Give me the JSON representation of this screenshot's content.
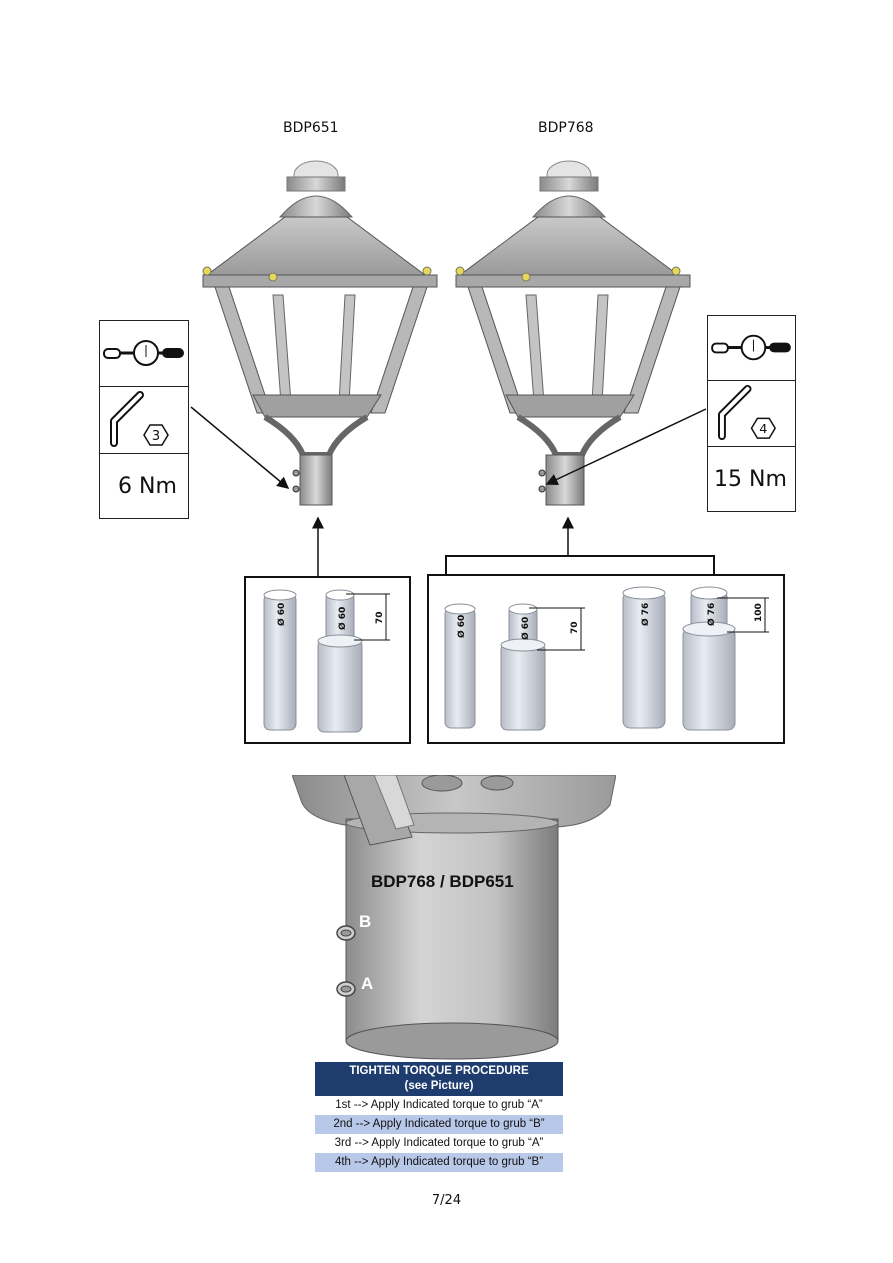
{
  "models": {
    "left": "BDP651",
    "right": "BDP768"
  },
  "torque_left": {
    "hex_size": "3",
    "value": "6 Nm",
    "icons": [
      "torque-wrench-icon",
      "hex-key-icon"
    ]
  },
  "torque_right": {
    "hex_size": "4",
    "value": "15 Nm",
    "icons": [
      "torque-wrench-icon",
      "hex-key-icon"
    ]
  },
  "poles_left": [
    {
      "diameter": "Ø 60"
    },
    {
      "diameter": "Ø 60",
      "height": "70"
    }
  ],
  "poles_right": [
    {
      "diameter": "Ø 60"
    },
    {
      "diameter": "Ø 60",
      "height": "70"
    },
    {
      "diameter": "Ø 76"
    },
    {
      "diameter": "Ø 76",
      "height": "100"
    }
  ],
  "detail": {
    "title": "BDP768 / BDP651",
    "grub_b": "B",
    "grub_a": "A"
  },
  "procedure": {
    "title_line1": "TIGHTEN TORQUE PROCEDURE",
    "title_line2": "(see Picture)",
    "steps": [
      "1st --> Apply Indicated torque to grub “A”",
      "2nd --> Apply Indicated torque to grub “B”",
      "3rd --> Apply Indicated torque to grub “A”",
      "4th --> Apply Indicated torque to grub “B”"
    ]
  },
  "page_number": "7/24"
}
